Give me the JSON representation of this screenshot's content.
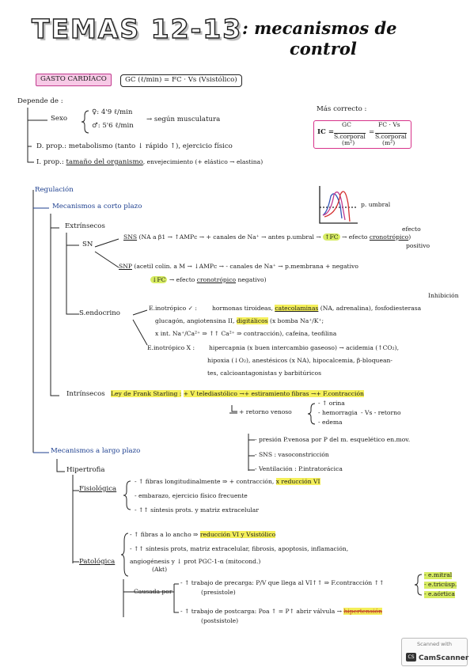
{
  "title": {
    "main": "TEMAS 12-13",
    "sub1": ": mecanismos de",
    "sub2": "control"
  },
  "gasto": {
    "label": "GASTO CARDÍACO",
    "formula": "GC (ℓ/min) = FC · Vs (Vsistólico)"
  },
  "depende": {
    "label": "Depende de :",
    "sexo": "Sexo",
    "female": "♀: 4'9 ℓ/min",
    "male": "♂: 5'6 ℓ/min",
    "muscle": "→ según musculatura",
    "dprop": "D. prop.: metabolismo (tanto ↓ rápido ↑), ejercicio físico",
    "iprop_a": "I. prop.: ",
    "iprop_b": "tamaño del organismo",
    "iprop_c": ", envejecimiento (+ elástico → elastina)"
  },
  "mas_correcto": {
    "label": "Más correcto :",
    "ic": "IC =",
    "num1": "GC",
    "den1": "S.corporal",
    "unit1": "(m²)",
    "eq": "=",
    "num2": "FC · Vs",
    "den2": "S.corporal",
    "unit2": "(m²)"
  },
  "graph_label": "p. umbral",
  "regulacion": "Regulación",
  "corto": {
    "label": "Mecanismos a corto plazo",
    "extrinsecos": "Extrínsecos",
    "sn": "SN",
    "sns_a": "SNS",
    "sns_b": "(NA a β1 → ↑AMPc → + canales de Na⁺ → antes p.umbral →",
    "sns_fc": "↑FC",
    "sns_c": "→ efecto",
    "sns_crono": "cronotrópico",
    "sns_d": ")",
    "efecto": "efecto",
    "positivo": "positivo",
    "snp_a": "SNP",
    "snp_b": "(acetil colin. a M → ↓AMPc → - canales de Na⁺ → p.membrana + negativo",
    "snp_fc": "↓FC",
    "snp_c": "→ efecto",
    "snp_crono": "cronotrópico",
    "snp_d": "negativo)",
    "sendocrino": "S.endocrino",
    "einot_pos": "E.inotrópico ✓ :",
    "pos1_a": "hormonas tiroideas, ",
    "pos1_b": "catecolaminas",
    "pos1_c": " (NA, adrenalina),",
    "pos1_d": "fosfodiesterasa",
    "inhibicion": "Inhibición",
    "pos2_a": "glucagón, angiotensina II, ",
    "pos2_b": "digitálicos",
    "pos2_c": " (x bomba Na⁺/K⁺;",
    "pos3": "x int. Na⁺/Ca²⁺ ⇒ ↑↑ Ca²⁺ ⇒ contracción), cafeína, teofilina",
    "einot_neg": "E.inotrópico X :",
    "neg1": "hipercapnia (x buen intercambio gaseoso) → acidemia (↑CO₂),",
    "neg2": "hipoxia (↓O₂), anestésicos (x NA), hipocalcemia, β-bloquean-",
    "neg3": "tes, calcioantagonistas y barbitúricos",
    "intrinsecos": "Intrínsecos",
    "frank_a": "Ley de Frank Starling :",
    "frank_b": "+ V telediastólico →+ estiramiento fibras →+ F.contracción",
    "retorno": "+ retorno venoso",
    "orina": "- ↑ orina",
    "hemorragia": "- hemorragia",
    "edema": "- edema",
    "vs_retorno": "- Vs - retorno",
    "presion1": "- presión P.venosa por P del m. esquelético en.mov.",
    "sns_vaso": "- SNS : vasoconstricción",
    "ventilacion": "- Ventilación : P.intratorácica"
  },
  "largo": {
    "label": "Mecanismos a largo plazo",
    "hipertrofia": "Hipertrofia",
    "fisiologica": "Fisiológica",
    "f1_a": "- ↑ fibras longitudinalmente ⇒ + contracción, ",
    "f1_b": "x reducción VI",
    "f2": "- embarazo, ejercicio físico frecuente",
    "f3": "- ↑↑ síntesis prots. y matriz extracelular",
    "patologica": "Patológica",
    "p1_a": "- ↑ fibras a lo ancho ⇒ ",
    "p1_b": "reducción VI y Vsistólico",
    "p2": "- ↑↑ síntesis prots, matriz extracelular, fibrosis, apoptosis, inflamación,",
    "p3": "angiogénesis y ↓ prot PGC-1-α (mitocond.)",
    "p3b": "(Akt)",
    "causada": "- Causada por",
    "c1": "- ↑ trabajo de precarga: P/V que llega al VI↑↑ ⇒ F.contracción ↑↑",
    "c1b": "(presistole)",
    "c2_a": "- ↑ trabajo de postcarga: Poa ↑ = P↑ abrir válvula → ",
    "c2_b": "hipertensión",
    "c2c": "(postsistole)",
    "valves": [
      "- e.mitral",
      "- e.tricúsp.",
      "- e.aórtica"
    ]
  },
  "badge": {
    "top": "Scanned with",
    "logo": "CS",
    "brand": "CamScanner"
  }
}
